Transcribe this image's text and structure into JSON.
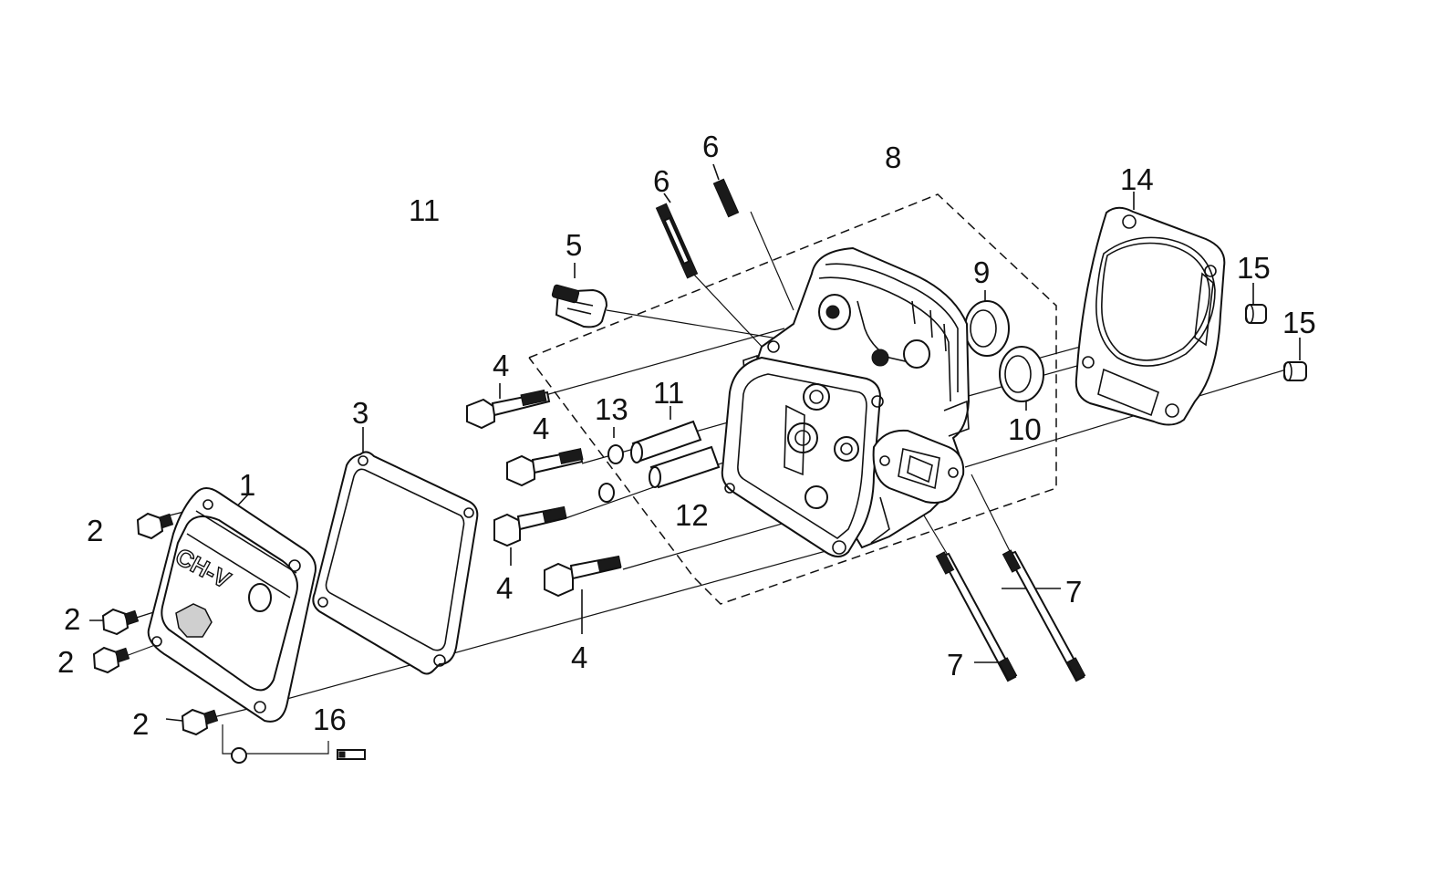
{
  "diagram": {
    "callouts": {
      "c1": "1",
      "c2a": "2",
      "c2b": "2",
      "c2c": "2",
      "c2d": "2",
      "c3": "3",
      "c4a": "4",
      "c4b": "4",
      "c4c": "4",
      "c4d": "4",
      "c5": "5",
      "c6a": "6",
      "c6b": "6",
      "c7a": "7",
      "c7b": "7",
      "c8": "8",
      "c9": "9",
      "c10": "10",
      "c11a": "11",
      "c11b": "11",
      "c12": "12",
      "c13": "13",
      "c14": "14",
      "c15a": "15",
      "c15b": "15",
      "c16": "16"
    },
    "cover_lettering": "CH-V"
  }
}
